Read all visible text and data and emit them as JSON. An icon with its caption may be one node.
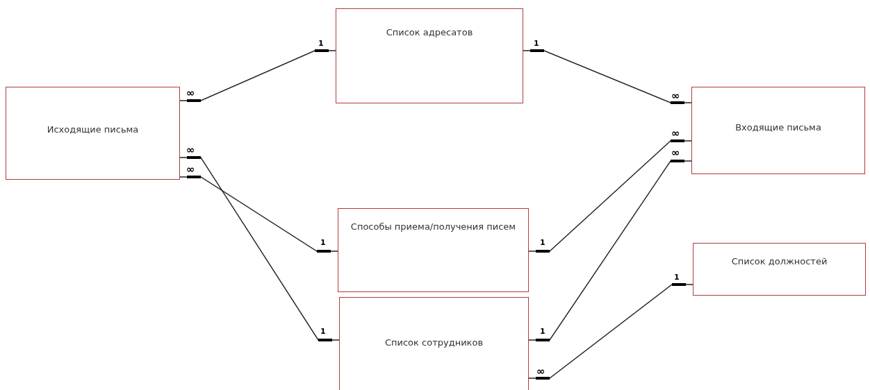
{
  "diagram": {
    "nodes": [
      {
        "text": [
          "Список адресатов"
        ],
        "beside": [
          "1",
          "1"
        ]
      },
      {
        "text": [
          "Исходящие письма"
        ],
        "beside": [
          "∞",
          "∞",
          "∞"
        ]
      },
      {
        "text": [
          "Входящие письма"
        ],
        "beside": [
          "∞",
          "∞",
          "∞"
        ]
      },
      {
        "text": [
          "Способы приема/получения писем"
        ],
        "beside": [
          "1",
          "1"
        ]
      },
      {
        "text": [
          "Список должностей"
        ],
        "beside": [
          "1"
        ]
      },
      {
        "text": [
          "Список сотрудников"
        ],
        "beside": [
          "1",
          "1",
          "∞"
        ]
      }
    ],
    "edges": [
      {
        "from": 1,
        "to": 0,
        "arrow": "other"
      },
      {
        "from": 0,
        "to": 2,
        "arrow": "other"
      },
      {
        "from": 1,
        "to": 5,
        "arrow": "other"
      },
      {
        "from": 1,
        "to": 3,
        "arrow": "other"
      },
      {
        "from": 3,
        "to": 2,
        "arrow": "other"
      },
      {
        "from": 5,
        "to": 2,
        "arrow": "other"
      },
      {
        "from": 5,
        "to": 4,
        "arrow": "other"
      }
    ]
  }
}
